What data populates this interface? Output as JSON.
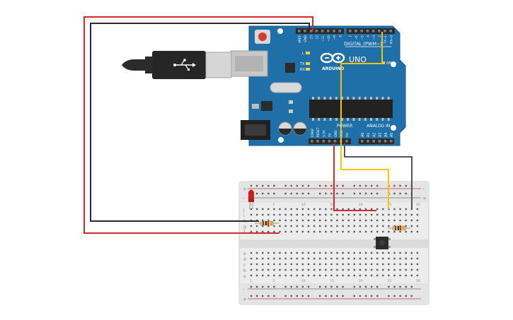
{
  "arduino": {
    "logo_text": "ARDUINO",
    "model": "UNO",
    "digital_label": "DIGITAL (PWM~)",
    "power_label": "POWER",
    "analog_label": "ANALOG IN",
    "on_label": "ON",
    "led_labels": [
      "L",
      "TX",
      "RX"
    ],
    "top_pin_labels": [
      "AREF",
      "GND",
      "13",
      "12",
      "~11",
      "~10",
      "~9",
      "8",
      "7",
      "~6",
      "~5",
      "4",
      "~3",
      "2",
      "TX→1",
      "RX←0"
    ],
    "power_pin_labels": [
      "IOREF",
      "RESET",
      "3.3V",
      "5V",
      "GND",
      "GND",
      "Vin"
    ],
    "analog_pin_labels": [
      "A0",
      "A1",
      "A2",
      "A3",
      "A4",
      "A5"
    ]
  },
  "breadboard": {
    "rail_plus": "+",
    "rail_minus": "-",
    "row_letters_top": [
      "j",
      "i",
      "h",
      "g",
      "f"
    ],
    "row_letters_bottom": [
      "e",
      "d",
      "c",
      "b",
      "a"
    ],
    "column_numbers": [
      "1",
      "5",
      "10",
      "15",
      "20",
      "25",
      "30"
    ]
  },
  "colors": {
    "board_blue": "#1f6fa8",
    "wire_red": "#d42a2a",
    "wire_black": "#2a2a2a",
    "wire_yellow": "#f2c600",
    "wire_gray": "#555555",
    "led_red": "#c81e1e",
    "breadboard": "#ececec"
  },
  "components": {
    "usb_cable": "usb-b-cable",
    "led": "red-led",
    "resistors": [
      "resistor-1",
      "resistor-2"
    ],
    "button": "pushbutton"
  }
}
